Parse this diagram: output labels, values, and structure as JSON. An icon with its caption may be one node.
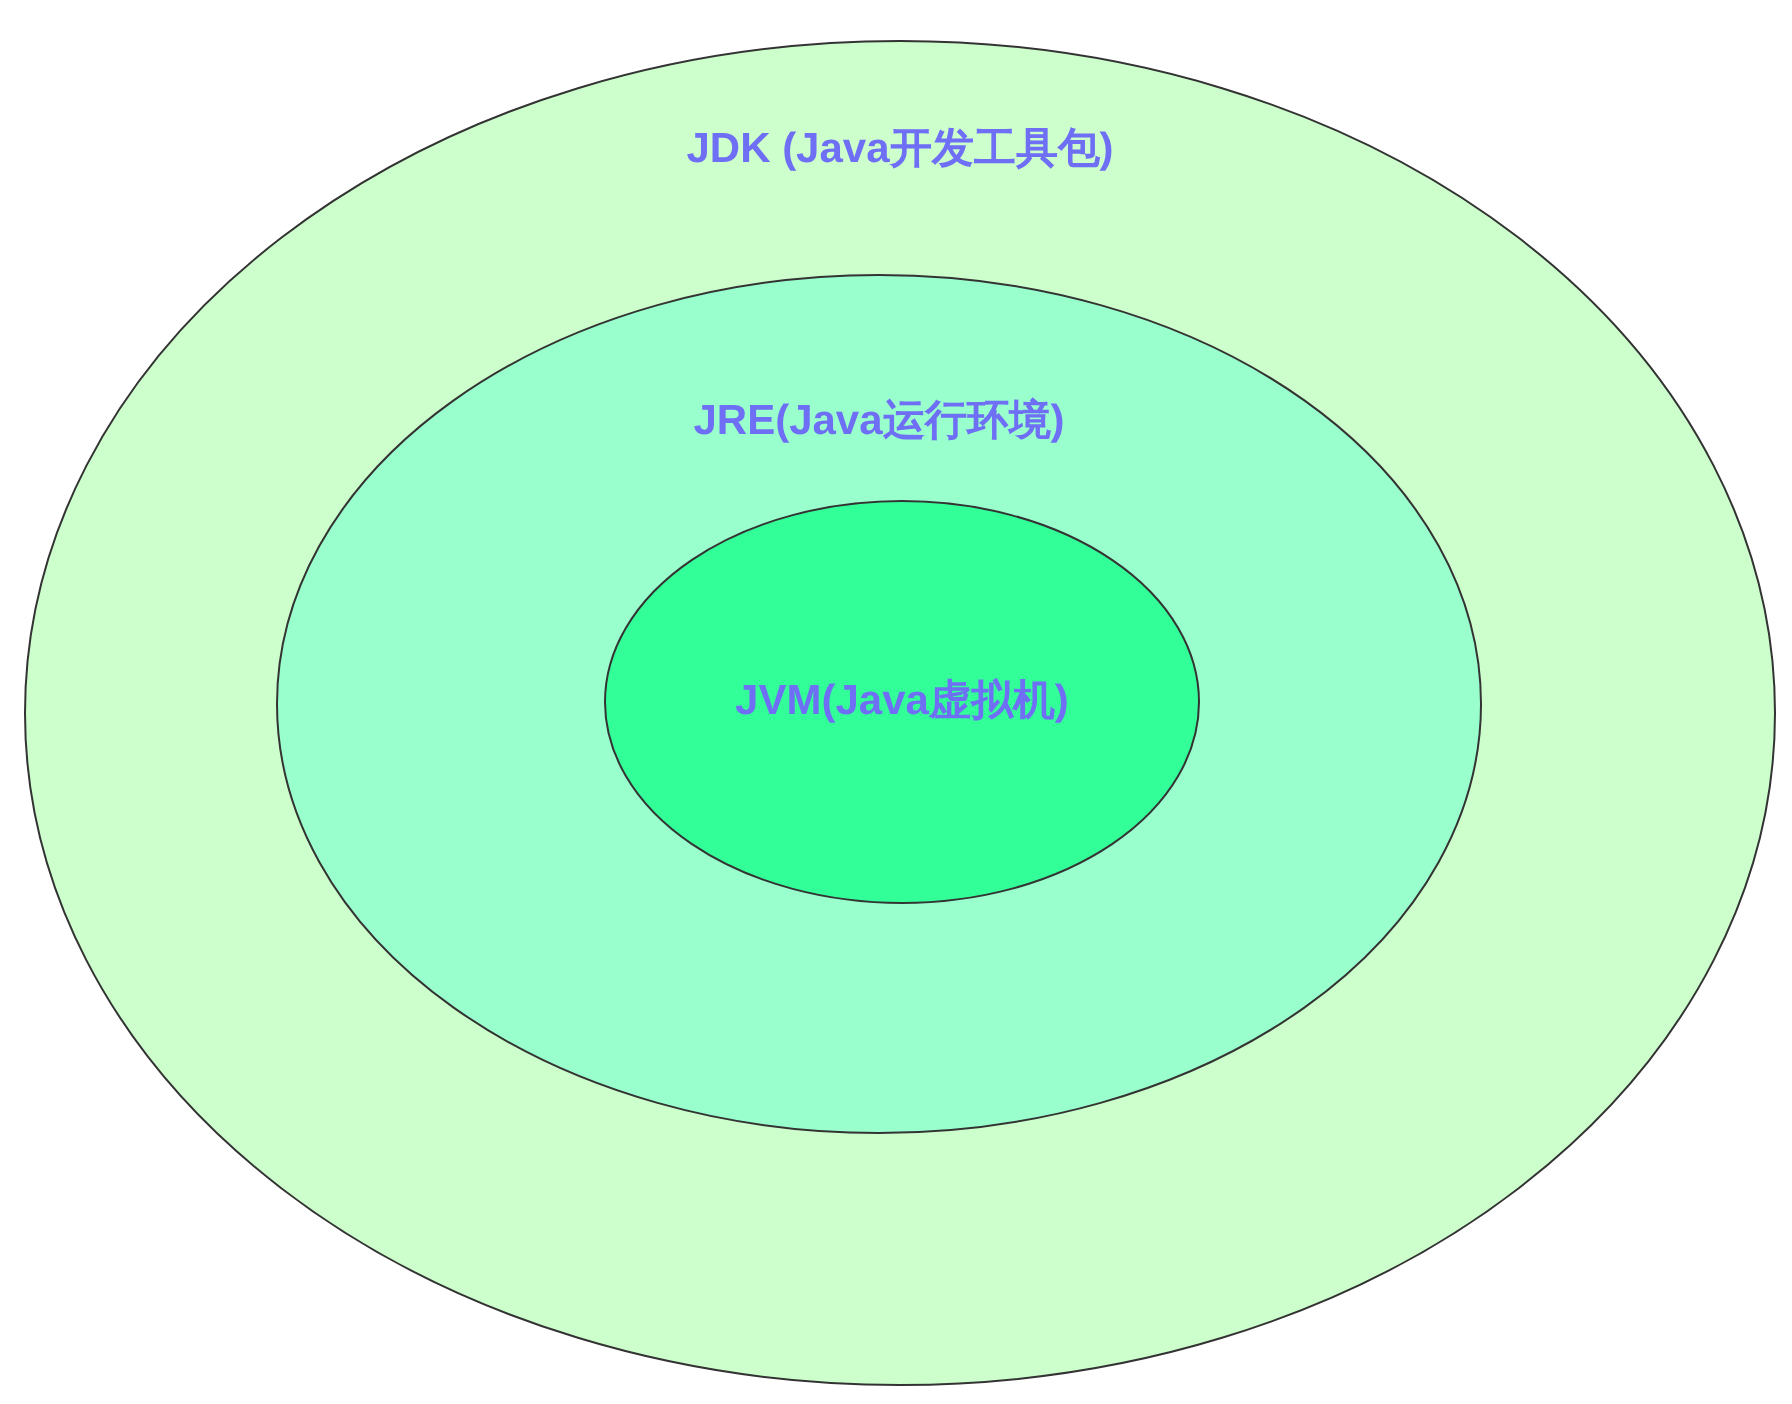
{
  "diagram": {
    "nodes": [
      {
        "text": [
          "JDK (Java开发工具包)"
        ]
      },
      {
        "text": [
          "JRE(Java运行环境)"
        ],
        "in": 0
      },
      {
        "text": [
          "JVM(Java虚拟机)"
        ],
        "in": 1
      }
    ]
  }
}
